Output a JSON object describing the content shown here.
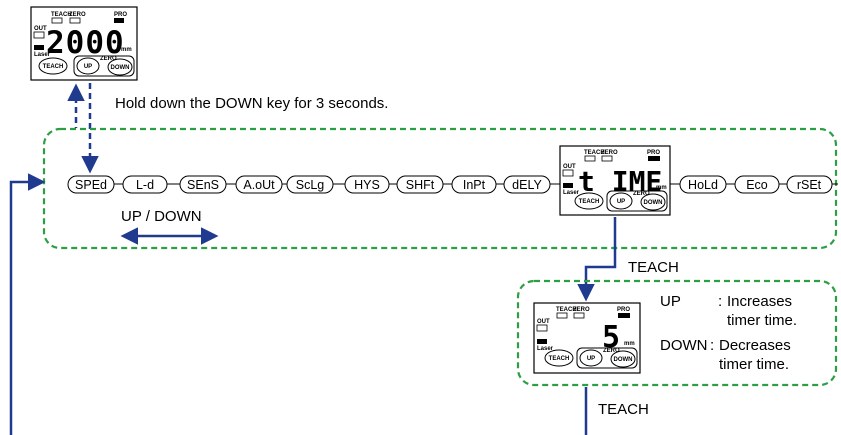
{
  "top_display": {
    "value": "2000",
    "unit": "mm",
    "labels": {
      "out": "OUT",
      "teach": "TEACH",
      "zero": "ZERO",
      "pro": "PRO",
      "laser": "Laser"
    },
    "buttons": {
      "teach": "TEACH",
      "up": "UP",
      "zero": "ZERO",
      "down": "DOWN"
    }
  },
  "hold_instruction": "Hold down the DOWN key for 3 seconds.",
  "menu": {
    "items": [
      "SPEd",
      "L-d",
      "SEnS",
      "A.oUt",
      "ScLg",
      "HYS",
      "SHFt",
      "InPt",
      "dELY",
      "HoLd",
      "Eco",
      "rSEt"
    ],
    "selected_display": "tIME",
    "nav_label": "UP / DOWN"
  },
  "mid_display": {
    "value": "t IME",
    "unit": "mm",
    "labels": {
      "out": "OUT",
      "teach": "TEACH",
      "zero": "ZERO",
      "pro": "PRO",
      "laser": "Laser"
    },
    "buttons": {
      "teach": "TEACH",
      "up": "UP",
      "zero": "ZERO",
      "down": "DOWN"
    }
  },
  "teach_label_1": "TEACH",
  "sub_display": {
    "value": "5",
    "unit": "mm",
    "labels": {
      "out": "OUT",
      "teach": "TEACH",
      "zero": "ZERO",
      "pro": "PRO",
      "laser": "Laser"
    },
    "buttons": {
      "teach": "TEACH",
      "up": "UP",
      "zero": "ZERO",
      "down": "DOWN"
    }
  },
  "sub_notes": {
    "up_key": "UP",
    "up_sep": ":",
    "up_line1": "Increases",
    "up_line2": "timer time.",
    "down_key": "DOWN",
    "down_sep": ":",
    "down_line1": "Decreases",
    "down_line2": "timer time."
  },
  "teach_label_2": "TEACH",
  "colors": {
    "arrow": "#1f3a8f",
    "box_border": "#2e9e44",
    "text": "#000000"
  }
}
